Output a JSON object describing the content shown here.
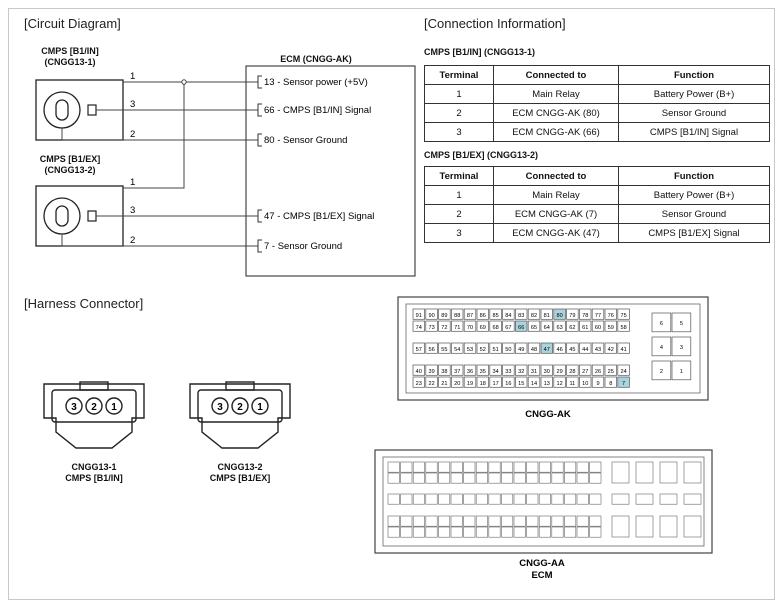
{
  "sections": {
    "circuit_title": "[Circuit Diagram]",
    "connection_title": "[Connection Information]",
    "harness_title": "[Harness Connector]"
  },
  "circuit": {
    "ecm_title": "ECM (CNGG-AK)",
    "sensor1_line1": "CMPS [B1/IN]",
    "sensor1_line2": "(CNGG13-1)",
    "sensor2_line1": "CMPS [B1/EX]",
    "sensor2_line2": "(CNGG13-2)",
    "wires": [
      {
        "pin": "1",
        "label": "13 - Sensor power (+5V)"
      },
      {
        "pin": "3",
        "label": "66 - CMPS [B1/IN] Signal"
      },
      {
        "pin": "2",
        "label": "80 - Sensor Ground"
      },
      {
        "pin": "1"
      },
      {
        "pin": "3",
        "label": "47 - CMPS [B1/EX] Signal"
      },
      {
        "pin": "2",
        "label": "7 - Sensor Ground"
      }
    ]
  },
  "tables": [
    {
      "title": "CMPS [B1/IN] (CNGG13-1)",
      "headers": [
        "Terminal",
        "Connected to",
        "Function"
      ],
      "rows": [
        [
          "1",
          "Main Relay",
          "Battery Power (B+)"
        ],
        [
          "2",
          "ECM CNGG-AK (80)",
          "Sensor Ground"
        ],
        [
          "3",
          "ECM CNGG-AK (66)",
          "CMPS [B1/IN] Signal"
        ]
      ]
    },
    {
      "title": "CMPS [B1/EX] (CNGG13-2)",
      "headers": [
        "Terminal",
        "Connected to",
        "Function"
      ],
      "rows": [
        [
          "1",
          "Main Relay",
          "Battery Power (B+)"
        ],
        [
          "2",
          "ECM CNGG-AK (7)",
          "Sensor Ground"
        ],
        [
          "3",
          "ECM CNGG-AK (47)",
          "CMPS [B1/EX] Signal"
        ]
      ]
    }
  ],
  "harness": {
    "conn1_name": "CNGG13-1",
    "conn1_desc": "CMPS [B1/IN]",
    "conn2_name": "CNGG13-2",
    "conn2_desc": "CMPS [B1/EX]",
    "pins": [
      "3",
      "2",
      "1"
    ],
    "ak_label": "CNGG-AK",
    "aa_label": "CNGG-AA",
    "aa_sublabel": "ECM",
    "ak_highlight_color": "#a9d4de",
    "ak_rows": [
      [
        "91",
        "90",
        "89",
        "88",
        "87",
        "86",
        "85",
        "84",
        "83",
        "82",
        "81",
        "80",
        "79",
        "78",
        "77",
        "76",
        "75"
      ],
      [
        "74",
        "73",
        "72",
        "71",
        "70",
        "69",
        "68",
        "67",
        "66",
        "65",
        "64",
        "63",
        "62",
        "61",
        "60",
        "59",
        "58"
      ],
      [
        "57",
        "56",
        "55",
        "54",
        "53",
        "52",
        "51",
        "50",
        "49",
        "48",
        "47",
        "46",
        "45",
        "44",
        "43",
        "42",
        "41"
      ],
      [
        "40",
        "39",
        "38",
        "37",
        "36",
        "35",
        "34",
        "33",
        "32",
        "31",
        "30",
        "29",
        "28",
        "27",
        "26",
        "25",
        "24"
      ],
      [
        "23",
        "22",
        "21",
        "20",
        "19",
        "18",
        "17",
        "16",
        "15",
        "14",
        "13",
        "12",
        "11",
        "10",
        "9",
        "8",
        "7"
      ]
    ],
    "ak_side": [
      [
        "6",
        "5"
      ],
      [
        "4",
        "3"
      ],
      [
        "2",
        "1"
      ]
    ],
    "ak_highlight": [
      "80",
      "66",
      "47",
      "7"
    ]
  }
}
